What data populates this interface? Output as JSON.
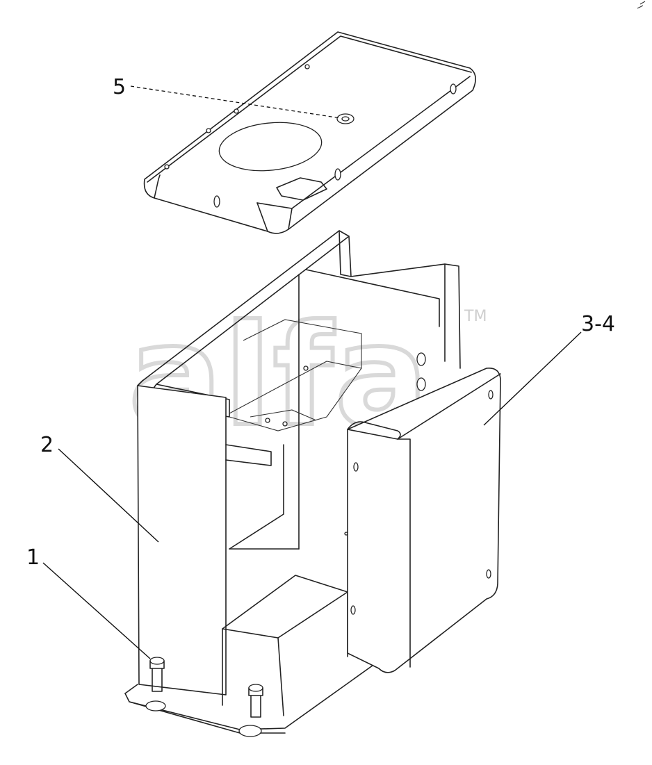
{
  "watermark": {
    "text": "alfa",
    "trademark": "TM"
  },
  "callouts": [
    {
      "id": "c1",
      "label": "1"
    },
    {
      "id": "c2",
      "label": "2"
    },
    {
      "id": "c34",
      "label": "3-4"
    },
    {
      "id": "c5",
      "label": "5"
    }
  ]
}
